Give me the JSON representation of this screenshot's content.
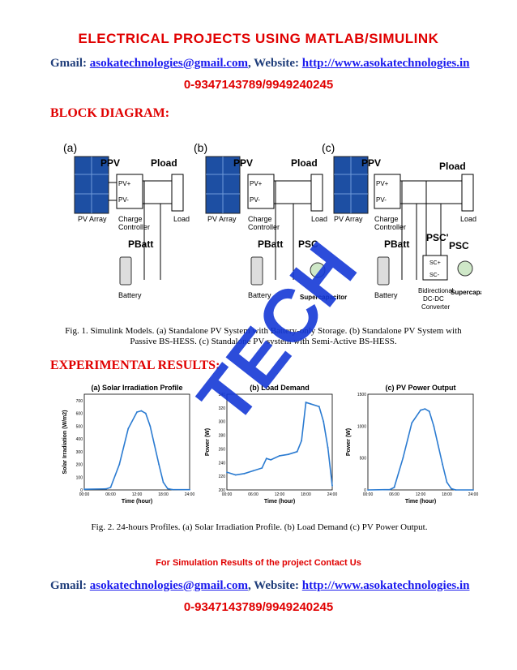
{
  "title": "ELECTRICAL PROJECTS USING MATLAB/SIMULINK",
  "contact_top": {
    "gmail_label": "Gmail:",
    "email": "asokatechnologies@gmail.com",
    "sep": ", Website:",
    "website": "http://www.asokatechnologies.in",
    "phone": "0-9347143789/9949240245"
  },
  "block_diagram_heading": "BLOCK DIAGRAM:",
  "diagram": {
    "panels": [
      "(a)",
      "(b)",
      "(c)"
    ],
    "ppv": "PPV",
    "pload": "Pload",
    "pbatt": "PBatt",
    "psc": "PSC",
    "psc_prime": "PSC'",
    "pv_array": "PV Array",
    "charge": "Charge",
    "controller": "Controller",
    "load": "Load",
    "battery": "Battery",
    "supercap": "Supercapacitor",
    "pvplus": "PV+",
    "pvminus": "PV-",
    "scplus": "SC+",
    "scminus": "SC-",
    "bidir1": "Bidirectional",
    "bidir2": "DC-DC",
    "bidir3": "Converter"
  },
  "fig1_caption": "Fig. 1. Simulink Models. (a) Standalone PV System with Battery-only Storage. (b) Standalone PV System with Passive BS-HESS. (c) Standalone PV system with Semi-Active BS-HESS.",
  "experimental_heading": "EXPERIMENTAL RESULTS:",
  "chart_data": [
    {
      "type": "line",
      "title": "(a) Solar Irradiation Profile",
      "xlabel": "Time (hour)",
      "ylabel": "Solar Irradiation (W/m2)",
      "xticks": [
        "00:00",
        "06:00",
        "12:00",
        "18:00",
        "24:00"
      ],
      "yticks": [
        "0",
        "100",
        "200",
        "300",
        "400",
        "500",
        "600",
        "700"
      ],
      "ylim": [
        0,
        750
      ],
      "x": [
        0,
        5,
        6,
        8,
        10,
        12,
        13,
        14,
        15,
        16,
        17,
        18,
        19,
        20,
        24
      ],
      "values": [
        5,
        8,
        20,
        200,
        480,
        610,
        620,
        600,
        500,
        350,
        200,
        60,
        10,
        3,
        2
      ]
    },
    {
      "type": "line",
      "title": "(b) Load Demand",
      "xlabel": "Time (hour)",
      "ylabel": "Power (W)",
      "xticks": [
        "00:00",
        "06:00",
        "12:00",
        "18:00",
        "24:00"
      ],
      "yticks": [
        "200",
        "220",
        "240",
        "260",
        "280",
        "300",
        "320",
        "340"
      ],
      "ylim": [
        200,
        340
      ],
      "x": [
        0,
        2,
        4,
        6,
        8,
        9,
        10,
        12,
        14,
        16,
        17,
        18,
        19,
        21,
        22,
        23,
        24
      ],
      "values": [
        226,
        222,
        224,
        228,
        232,
        246,
        244,
        250,
        252,
        256,
        272,
        328,
        326,
        322,
        300,
        262,
        206
      ]
    },
    {
      "type": "line",
      "title": "(c) PV Power Output",
      "xlabel": "Time (hour)",
      "ylabel": "Power (W)",
      "xticks": [
        "00:00",
        "06:00",
        "12:00",
        "18:00",
        "24:00"
      ],
      "yticks": [
        "0",
        "500",
        "1000",
        "1500"
      ],
      "ylim": [
        0,
        1500
      ],
      "x": [
        0,
        5,
        6,
        8,
        10,
        12,
        13,
        14,
        15,
        16,
        17,
        18,
        19,
        20,
        24
      ],
      "values": [
        0,
        5,
        40,
        500,
        1050,
        1250,
        1270,
        1230,
        1000,
        700,
        400,
        120,
        20,
        0,
        0
      ]
    }
  ],
  "fig2_caption": "Fig. 2. 24-hours Profiles. (a) Solar Irradiation Profile. (b) Load Demand (c) PV Power Output.",
  "sim_contact": "For Simulation Results of the project Contact Us",
  "contact_bottom": {
    "gmail_label": "Gmail:",
    "email": "asokatechnologies@gmail.com",
    "sep": ", Website:",
    "website": "http://www.asokatechnologies.in",
    "phone": "0-9347143789/9949240245"
  },
  "watermark": "TECH",
  "colors": {
    "accent_red": "#e00000",
    "link_blue": "#1a1aee",
    "plot_blue": "#2b7bd1",
    "pv_blue": "#1d4fa3",
    "watermark_blue": "#1538d6"
  }
}
